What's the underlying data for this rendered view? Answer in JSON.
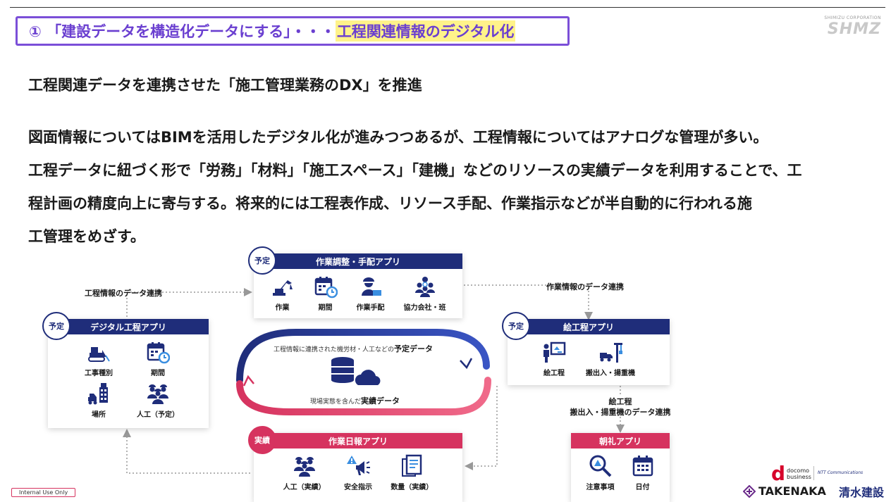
{
  "header": {
    "title_main": "① 「建設データを構造化データにする」・・・",
    "title_highlight": "工程関連情報のデジタル化",
    "brand_tiny": "SHIMIZU CORPORATION",
    "brand_logo": "SHMZ"
  },
  "subtitle": "工程関連データを連携させた「施工管理業務のDX」を推進",
  "paragraphs": [
    "図面情報についてはBIMを活用したデジタル化が進みつつあるが、工程情報についてはアナログな管理が多い。",
    "工程データに紐づく形で「労務」「材料」「施工スペース」「建機」などのリソースの実績データを利用することで、工",
    "程計画の精度向上に寄与する。将来的には工程表作成、リソース手配、作業指示などが半自動的に行われる施",
    "工管理をめざす。"
  ],
  "diagram": {
    "badges": {
      "planned": "予定",
      "actual": "実績"
    },
    "work_adjust_app": {
      "title": "作業調整・手配アプリ",
      "items": [
        {
          "label": "作業",
          "icon": "excavator-icon"
        },
        {
          "label": "期間",
          "icon": "calendar-clock-icon"
        },
        {
          "label": "作業手配",
          "icon": "worker-laptop-icon"
        },
        {
          "label": "協力会社・班",
          "icon": "team-icon"
        }
      ]
    },
    "digital_schedule_app": {
      "title": "デジタル工程アプリ",
      "items": [
        {
          "label": "工事種別",
          "icon": "bulldozer-icon"
        },
        {
          "label": "期間",
          "icon": "calendar-clock-icon"
        },
        {
          "label": "場所",
          "icon": "site-building-icon"
        },
        {
          "label": "人工（予定）",
          "icon": "workers-group-icon"
        }
      ]
    },
    "picture_schedule_app": {
      "title": "絵工程アプリ",
      "items": [
        {
          "label": "絵工程",
          "icon": "presenter-board-icon"
        },
        {
          "label": "搬出入・揚重機",
          "icon": "truck-crane-icon"
        }
      ]
    },
    "daily_report_app": {
      "title": "作業日報アプリ",
      "items": [
        {
          "label": "人工（実績）",
          "icon": "workers-group-icon"
        },
        {
          "label": "安全指示",
          "icon": "warning-megaphone-icon"
        },
        {
          "label": "数量（実績）",
          "icon": "documents-icon"
        }
      ]
    },
    "morning_meeting_app": {
      "title": "朝礼アプリ",
      "items": [
        {
          "label": "注意事項",
          "icon": "magnifier-warning-icon"
        },
        {
          "label": "日付",
          "icon": "calendar-icon"
        }
      ]
    },
    "connections": {
      "schedule_info_link": "工程情報のデータ連携",
      "work_info_link": "作業情報のデータ連携",
      "picture_link_line1": "絵工程",
      "picture_link_line2": "搬出入・揚重機のデータ連携"
    },
    "loop": {
      "top_prefix": "工程情報に連携された機労材・人工などの",
      "top_strong": "予定データ",
      "bottom_prefix": "現場実態を含んだ",
      "bottom_strong": "実績データ",
      "center_icon": "database-cloud-icon"
    }
  },
  "footer": {
    "internal": "Internal Use Only",
    "docomo_letter": "d",
    "docomo_line1": "docomo",
    "docomo_line2": "business",
    "ntt": "NTT Communications",
    "takenaka": "TAKENAKA",
    "shimizu": "清水建設"
  },
  "colors": {
    "navy": "#1f2d7a",
    "pink": "#d6335f",
    "purple": "#7b4fd8",
    "highlight": "#fff38a"
  }
}
